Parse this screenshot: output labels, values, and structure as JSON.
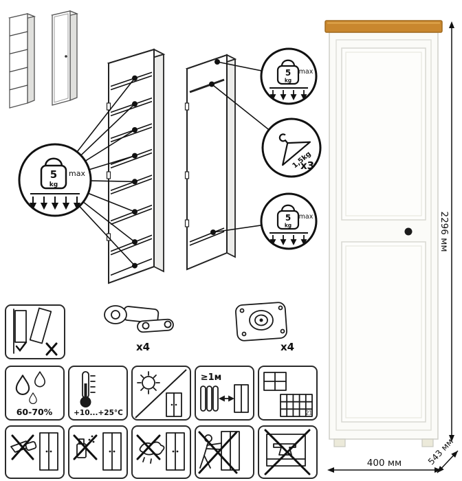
{
  "load_badge": {
    "value": "5",
    "unit": "kg",
    "limit": "max"
  },
  "hanger_badge": {
    "weight": "1,5kg",
    "count": "x3"
  },
  "hardware": {
    "hinge_qty": "x4",
    "fitting_qty": "x4"
  },
  "conditions": {
    "humidity": "60-70%",
    "temperature": "+10...+25°C",
    "distance": "≥1м",
    "calendar_day": "21"
  },
  "dimensions": {
    "height": "2296 мм",
    "width": "400 мм",
    "depth": "543 мм"
  }
}
